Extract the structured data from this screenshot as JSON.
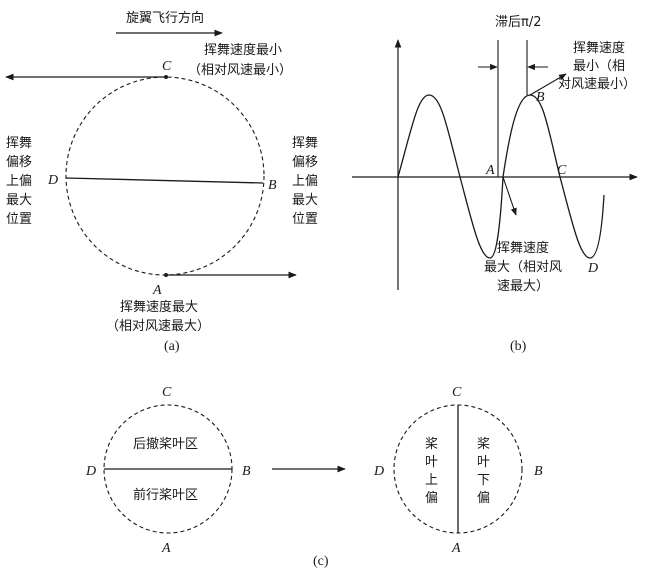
{
  "panel_a": {
    "flight_dir": "旋翼飞行方向",
    "label_c": "C",
    "top_note_1": "挥舞速度最小",
    "top_note_2": "（相对风速最小）",
    "left_note": [
      "挥",
      "舞",
      "偏",
      "移",
      "上",
      "偏",
      "最",
      "大",
      "位",
      "置"
    ],
    "left_lines": [
      "挥舞",
      "偏移",
      "上偏",
      "最大",
      "位置"
    ],
    "right_lines": [
      "挥舞",
      "偏移",
      "上偏",
      "最大",
      "位置"
    ],
    "label_d": "D",
    "label_b": "B",
    "label_a": "A",
    "bottom_note_1": "挥舞速度最大",
    "bottom_note_2": "（相对风速最大）",
    "caption": "(a)"
  },
  "panel_b": {
    "lag": "滞后π/2",
    "note_b_1": "挥舞速度",
    "note_b_2": "最小（相",
    "note_b_3": "对风速最小）",
    "label_b": "B",
    "label_a": "A",
    "label_c": "C",
    "label_d": "D",
    "note_a_1": "挥舞速度",
    "note_a_2": "最大（相对风",
    "note_a_3": "速最大）",
    "caption": "(b)"
  },
  "panel_c": {
    "left_c": "C",
    "left_d": "D",
    "left_b": "B",
    "left_a": "A",
    "retreat": "后撤桨叶区",
    "advance": "前行桨叶区",
    "right_c": "C",
    "right_d": "D",
    "right_b": "B",
    "right_a": "A",
    "up_col": [
      "桨",
      "叶",
      "上",
      "偏"
    ],
    "down_col": [
      "桨",
      "叶",
      "下",
      "偏"
    ],
    "caption": "(c)"
  }
}
